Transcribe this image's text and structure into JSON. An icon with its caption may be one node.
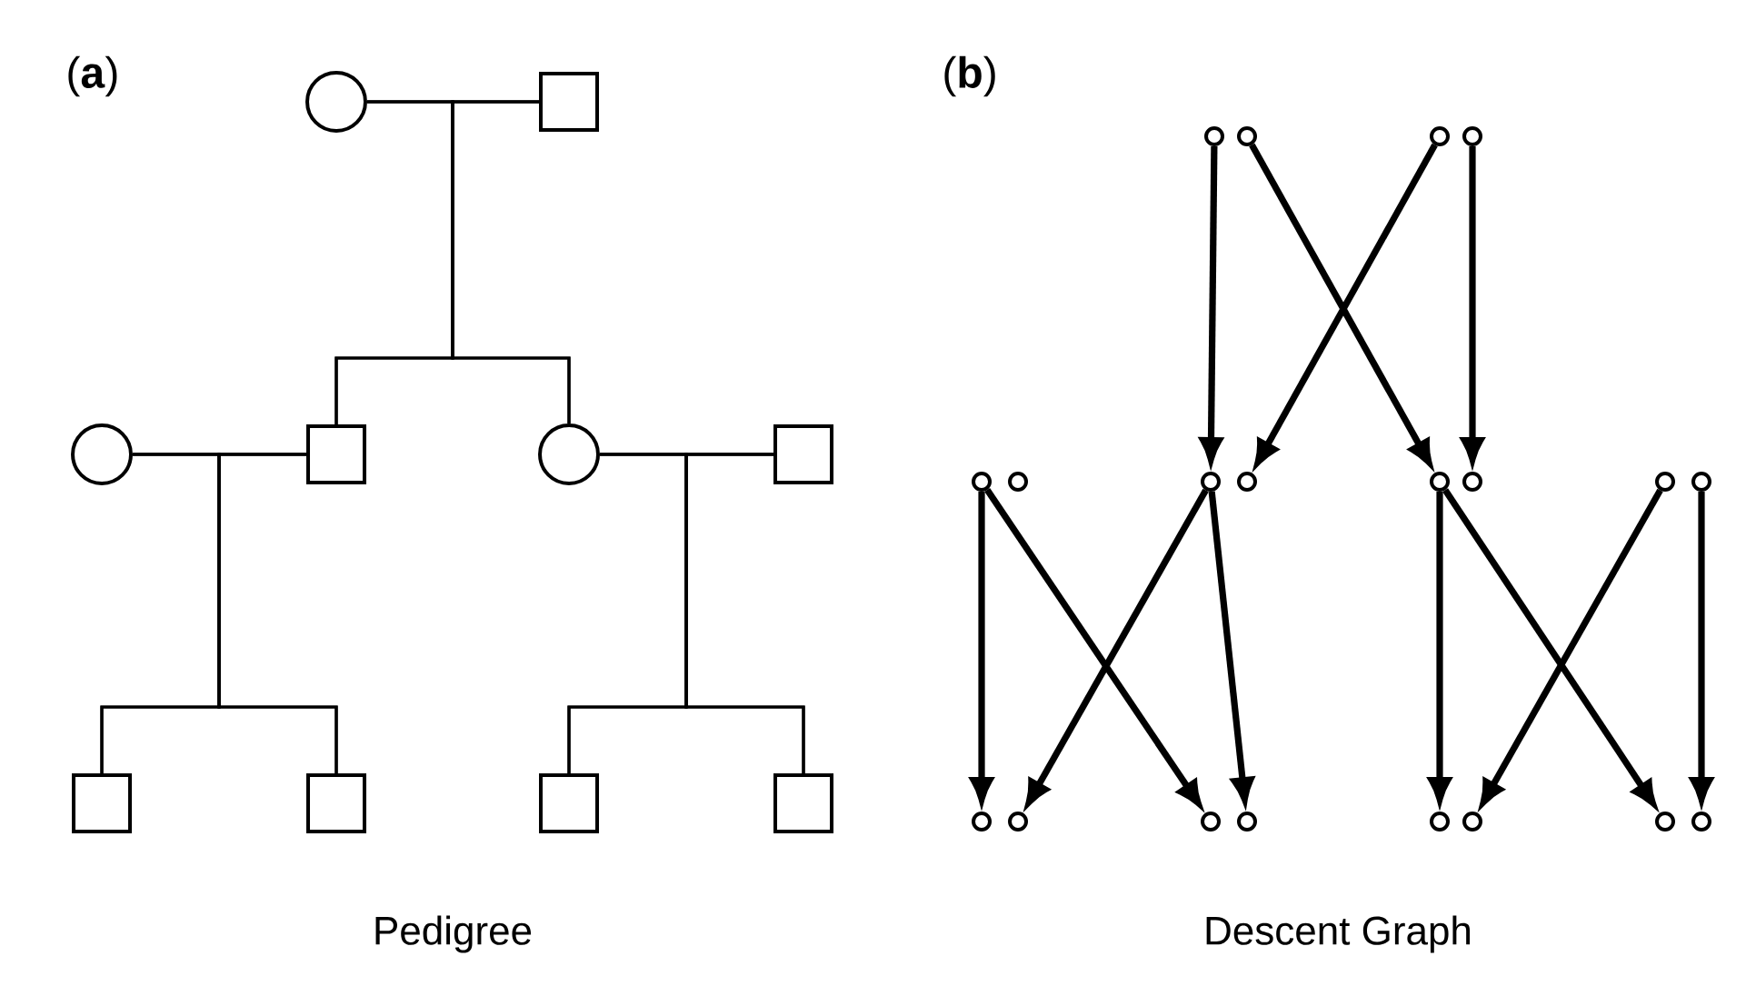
{
  "diagram": {
    "nodes": [
      {
        "text": [],
        "shape": "circle"
      },
      {
        "text": [],
        "shape": "box"
      },
      {
        "text": [],
        "shape": "circle"
      },
      {
        "text": [],
        "shape": "box"
      },
      {
        "text": [],
        "shape": "circle"
      },
      {
        "text": [],
        "shape": "box"
      },
      {
        "text": [],
        "shape": "box"
      },
      {
        "text": [],
        "shape": "box"
      },
      {
        "text": [],
        "shape": "box"
      },
      {
        "text": [],
        "shape": "box"
      },
      {
        "text": [],
        "shape": "circle"
      },
      {
        "text": [],
        "shape": "circle"
      },
      {
        "text": [],
        "shape": "circle"
      },
      {
        "text": [],
        "shape": "circle"
      },
      {
        "text": [],
        "shape": "circle"
      },
      {
        "text": [],
        "shape": "circle"
      },
      {
        "text": [],
        "shape": "circle"
      },
      {
        "text": [],
        "shape": "circle"
      },
      {
        "text": [],
        "shape": "circle"
      },
      {
        "text": [],
        "shape": "circle"
      },
      {
        "text": [],
        "shape": "circle"
      },
      {
        "text": [],
        "shape": "circle"
      },
      {
        "text": [],
        "shape": "circle"
      },
      {
        "text": [],
        "shape": "circle"
      },
      {
        "text": [],
        "shape": "circle"
      },
      {
        "text": [],
        "shape": "circle"
      },
      {
        "text": [],
        "shape": "circle"
      },
      {
        "text": [],
        "shape": "circle"
      },
      {
        "text": [],
        "shape": "circle"
      },
      {
        "text": [],
        "shape": "circle"
      }
    ],
    "edges": [
      {
        "from": 0,
        "to": 1,
        "arrow": "none"
      },
      {
        "from": 0,
        "to": 3,
        "arrow": "none"
      },
      {
        "from": 1,
        "to": 3,
        "arrow": "none"
      },
      {
        "from": 0,
        "to": 4,
        "arrow": "none"
      },
      {
        "from": 1,
        "to": 4,
        "arrow": "none"
      },
      {
        "from": 2,
        "to": 3,
        "arrow": "none"
      },
      {
        "from": 4,
        "to": 5,
        "arrow": "none"
      },
      {
        "from": 2,
        "to": 6,
        "arrow": "none"
      },
      {
        "from": 3,
        "to": 6,
        "arrow": "none"
      },
      {
        "from": 2,
        "to": 7,
        "arrow": "none"
      },
      {
        "from": 3,
        "to": 7,
        "arrow": "none"
      },
      {
        "from": 4,
        "to": 8,
        "arrow": "none"
      },
      {
        "from": 5,
        "to": 8,
        "arrow": "none"
      },
      {
        "from": 4,
        "to": 9,
        "arrow": "none"
      },
      {
        "from": 5,
        "to": 9,
        "arrow": "none"
      },
      {
        "from": 10,
        "to": 16,
        "arrow": "to",
        "style": "thick"
      },
      {
        "from": 11,
        "to": 18,
        "arrow": "to",
        "style": "thick"
      },
      {
        "from": 12,
        "to": 17,
        "arrow": "to",
        "style": "thick"
      },
      {
        "from": 13,
        "to": 19,
        "arrow": "to",
        "style": "thick"
      },
      {
        "from": 14,
        "to": 22,
        "arrow": "to",
        "style": "thick"
      },
      {
        "from": 14,
        "to": 24,
        "arrow": "to",
        "style": "thick"
      },
      {
        "from": 16,
        "to": 23,
        "arrow": "to",
        "style": "thick"
      },
      {
        "from": 16,
        "to": 25,
        "arrow": "to",
        "style": "thick"
      },
      {
        "from": 18,
        "to": 26,
        "arrow": "to",
        "style": "thick"
      },
      {
        "from": 18,
        "to": 28,
        "arrow": "to",
        "style": "thick"
      },
      {
        "from": 20,
        "to": 27,
        "arrow": "to",
        "style": "thick"
      },
      {
        "from": 21,
        "to": 29,
        "arrow": "to",
        "style": "thick"
      }
    ],
    "labels": [
      "(**a**)",
      "(**b**)",
      "Pedigree",
      "Descent Graph"
    ]
  }
}
